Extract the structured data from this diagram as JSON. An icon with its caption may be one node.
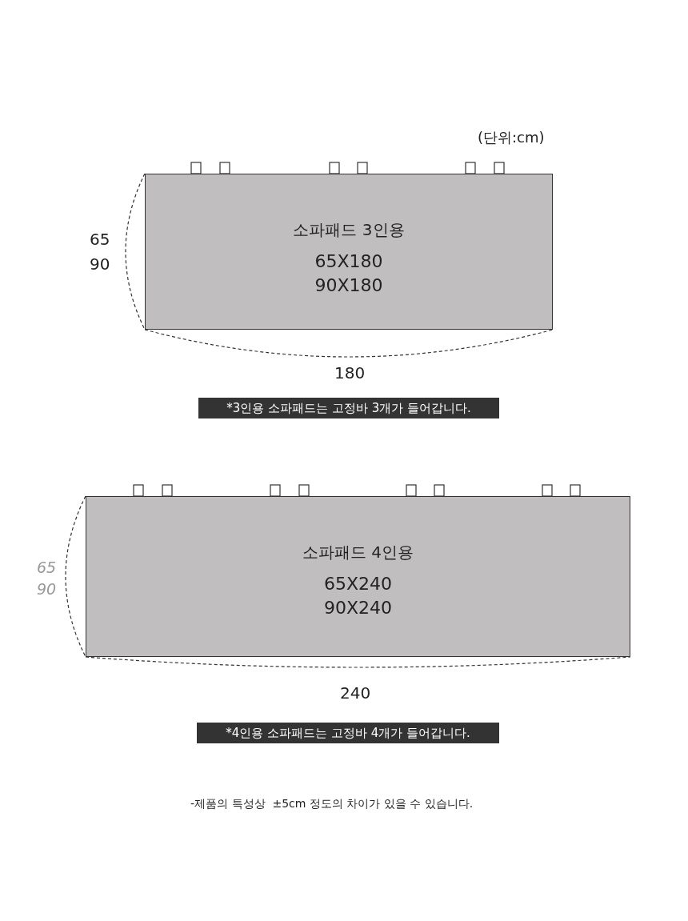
{
  "diagram": {
    "nodes": [
      {
        "text": [
          "소파패드 3인용",
          "65X180",
          "90X180"
        ]
      },
      {
        "text": [
          "*3인용 소파패드는 고정바 3개가 들어갑니다."
        ]
      },
      {
        "text": [
          "소파패드 4인용",
          "65X240",
          "90X240"
        ]
      },
      {
        "text": [
          "*4인용 소파패드는 고정바 4개가 들어갑니다."
        ]
      }
    ],
    "edges": [],
    "labels": [
      "(단위:cm)",
      "65",
      "90",
      "180",
      "65",
      "90",
      "240",
      "-제품의 특성상  ±5cm 정도의 차이가 있을 수 있습니다."
    ]
  }
}
